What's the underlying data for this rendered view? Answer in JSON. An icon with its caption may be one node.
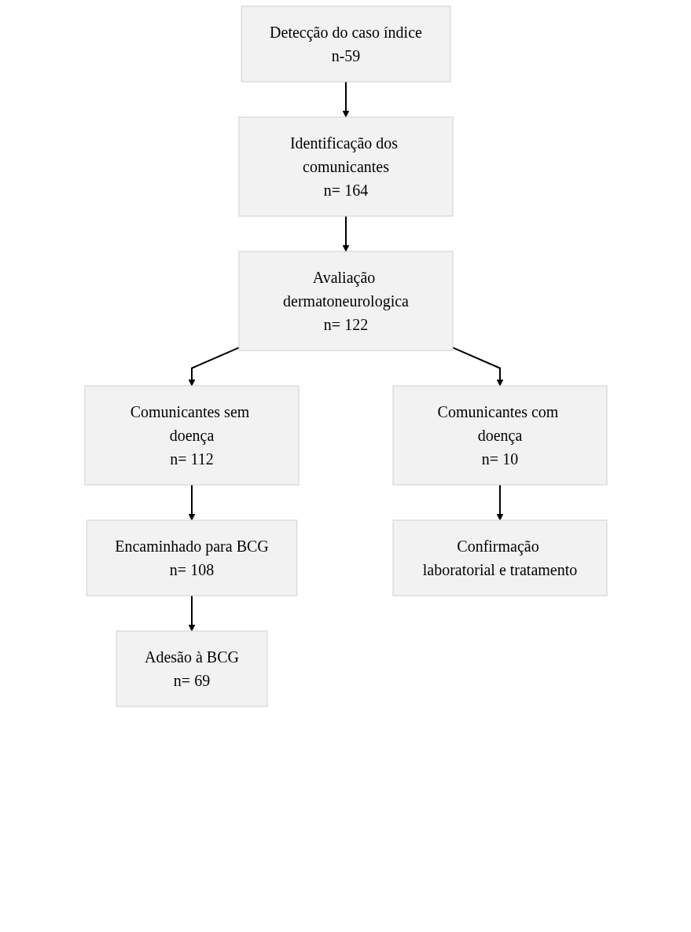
{
  "diagram": {
    "nodes": [
      {
        "text": [
          "Detecção do caso índice",
          "n-59"
        ]
      },
      {
        "text": [
          "Identificação dos comunicantes",
          "n= 164"
        ]
      },
      {
        "text": [
          "Avaliação dermatoneurologica",
          "n= 122"
        ]
      },
      {
        "text": [
          "Comunicantes sem doença",
          "n= 112"
        ]
      },
      {
        "text": [
          "Comunicantes com doença",
          "n= 10"
        ]
      },
      {
        "text": [
          "Encaminhado para BCG",
          "n= 108"
        ]
      },
      {
        "text": [
          "Adesão à BCG",
          "n= 69"
        ]
      },
      {
        "text": [
          "Confirmação laboratorial e tratamento"
        ]
      }
    ],
    "edges": [
      {
        "from": 0,
        "to": 1,
        "arrow": "to"
      },
      {
        "from": 1,
        "to": 2,
        "arrow": "to"
      },
      {
        "from": 2,
        "to": 3,
        "arrow": "to"
      },
      {
        "from": 2,
        "to": 4,
        "arrow": "to"
      },
      {
        "from": 3,
        "to": 5,
        "arrow": "to"
      },
      {
        "from": 5,
        "to": 6,
        "arrow": "to"
      },
      {
        "from": 4,
        "to": 7,
        "arrow": "to"
      }
    ]
  }
}
